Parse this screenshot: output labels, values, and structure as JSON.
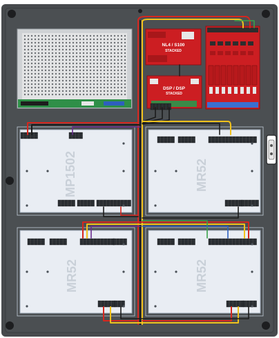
{
  "board_labels": {
    "top_left_board": "MP1502",
    "top_right_board": "MR52",
    "bottom_left_board": "MR52",
    "bottom_right_board": "MR52",
    "red_board_1_line1": "NL4 / S100",
    "red_board_1_line2": "STACKED",
    "red_board_2_line1": "DSP / DSP",
    "red_board_2_line2": "STACKED"
  },
  "colors": {
    "backplate": "#474a4d",
    "board": "#e9edf3",
    "board_stroke": "#9aa6b4",
    "psu": "#d6d9dc",
    "red_board": "#cc1e22",
    "wire_red": "#d7261e",
    "wire_yellow": "#f2c21b",
    "wire_black": "#1b1b1b",
    "wire_purple": "#6a2c8e",
    "wire_green": "#3aa14a",
    "wire_blue": "#2d5fbf",
    "terminal_dark": "#2b2f33",
    "terminal_blue": "#3a6fd0"
  },
  "icons": [
    "mounting-hole-icon",
    "power-supply-icon",
    "terminal-block-icon",
    "side-latch-icon"
  ]
}
